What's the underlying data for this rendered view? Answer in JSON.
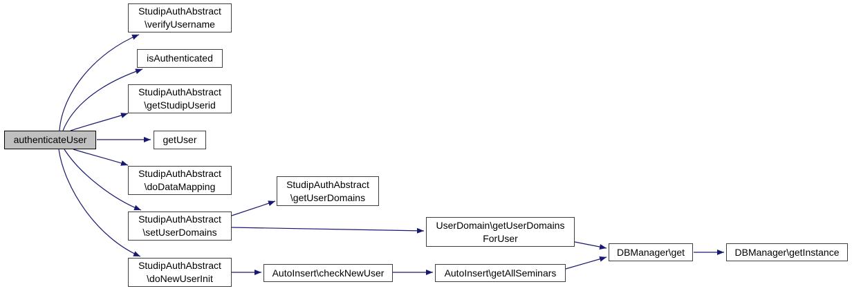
{
  "diagram": {
    "type": "call-graph",
    "root": "authenticateUser",
    "colors": {
      "edge": "#191970",
      "node_border": "#3d3d3d",
      "highlight_fill": "#c0c0c0",
      "highlight_border": "#000000",
      "background": "#ffffff",
      "text": "#000000"
    },
    "nodes": [
      {
        "id": "authenticateUser",
        "lines": [
          "authenticateUser"
        ],
        "highlighted": true
      },
      {
        "id": "StudipAuthAbstract-verifyUsername",
        "lines": [
          "StudipAuthAbstract",
          "\\verifyUsername"
        ]
      },
      {
        "id": "isAuthenticated",
        "lines": [
          "isAuthenticated"
        ]
      },
      {
        "id": "StudipAuthAbstract-getStudipUserid",
        "lines": [
          "StudipAuthAbstract",
          "\\getStudipUserid"
        ]
      },
      {
        "id": "getUser",
        "lines": [
          "getUser"
        ]
      },
      {
        "id": "StudipAuthAbstract-doDataMapping",
        "lines": [
          "StudipAuthAbstract",
          "\\doDataMapping"
        ]
      },
      {
        "id": "StudipAuthAbstract-setUserDomains",
        "lines": [
          "StudipAuthAbstract",
          "\\setUserDomains"
        ]
      },
      {
        "id": "StudipAuthAbstract-doNewUserInit",
        "lines": [
          "StudipAuthAbstract",
          "\\doNewUserInit"
        ]
      },
      {
        "id": "StudipAuthAbstract-getUserDomains",
        "lines": [
          "StudipAuthAbstract",
          "\\getUserDomains"
        ]
      },
      {
        "id": "UserDomain-getUserDomainsForUser",
        "lines": [
          "UserDomain\\getUserDomains",
          "ForUser"
        ]
      },
      {
        "id": "AutoInsert-checkNewUser",
        "lines": [
          "AutoInsert\\checkNewUser"
        ]
      },
      {
        "id": "AutoInsert-getAllSeminars",
        "lines": [
          "AutoInsert\\getAllSeminars"
        ]
      },
      {
        "id": "DBManager-get",
        "lines": [
          "DBManager\\get"
        ]
      },
      {
        "id": "DBManager-getInstance",
        "lines": [
          "DBManager\\getInstance"
        ]
      }
    ],
    "edges": [
      {
        "from": "authenticateUser",
        "to": "StudipAuthAbstract\\verifyUsername"
      },
      {
        "from": "authenticateUser",
        "to": "isAuthenticated"
      },
      {
        "from": "authenticateUser",
        "to": "StudipAuthAbstract\\getStudipUserid"
      },
      {
        "from": "authenticateUser",
        "to": "getUser"
      },
      {
        "from": "authenticateUser",
        "to": "StudipAuthAbstract\\doDataMapping"
      },
      {
        "from": "authenticateUser",
        "to": "StudipAuthAbstract\\setUserDomains"
      },
      {
        "from": "authenticateUser",
        "to": "StudipAuthAbstract\\doNewUserInit"
      },
      {
        "from": "StudipAuthAbstract\\setUserDomains",
        "to": "StudipAuthAbstract\\getUserDomains"
      },
      {
        "from": "StudipAuthAbstract\\setUserDomains",
        "to": "UserDomain\\getUserDomainsForUser"
      },
      {
        "from": "UserDomain\\getUserDomainsForUser",
        "to": "DBManager\\get"
      },
      {
        "from": "StudipAuthAbstract\\doNewUserInit",
        "to": "AutoInsert\\checkNewUser"
      },
      {
        "from": "AutoInsert\\checkNewUser",
        "to": "AutoInsert\\getAllSeminars"
      },
      {
        "from": "AutoInsert\\getAllSeminars",
        "to": "DBManager\\get"
      },
      {
        "from": "DBManager\\get",
        "to": "DBManager\\getInstance"
      }
    ]
  }
}
